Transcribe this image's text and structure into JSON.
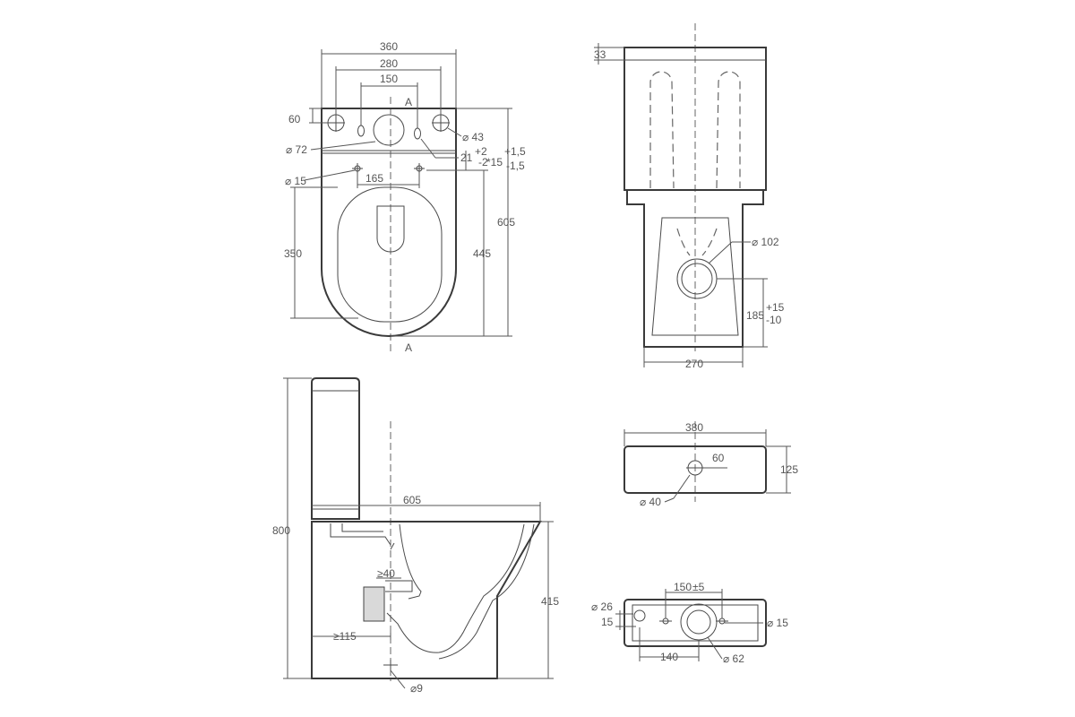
{
  "top_view": {
    "w_360": "360",
    "w_280": "280",
    "w_150": "150",
    "section_top": "A",
    "section_bottom": "A",
    "d_60": "60",
    "d_72": "⌀ 72",
    "d_43": "⌀ 43",
    "d_21": "21",
    "d_plus2": "+2",
    "d_minus2": "-2",
    "d_15x": "*15",
    "d_p15": "+1,5",
    "d_m15": "-1,5",
    "d_phi15": "⌀ 15",
    "d_165": "165",
    "d_350": "350",
    "d_445": "445",
    "d_605": "605"
  },
  "front_view": {
    "d_33": "33",
    "d_102": "⌀ 102",
    "d_185": "185",
    "d_p15": "+15",
    "d_m10": "-10",
    "d_270": "270"
  },
  "side_view": {
    "d_605": "605",
    "d_800": "800",
    "d_415": "415",
    "d_ge40": "≥40",
    "d_ge115": "≥115",
    "d_phi9": "⌀9"
  },
  "tank_front": {
    "d_380": "380",
    "d_60": "60",
    "d_125": "125",
    "d_phi40": "⌀ 40"
  },
  "tank_bottom": {
    "d_150": "150",
    "d_pm5": "±5",
    "d_phi26": "⌀ 26",
    "d_15l": "15",
    "d_phi15": "⌀ 15",
    "d_140": "140",
    "d_phi62": "⌀ 62"
  }
}
